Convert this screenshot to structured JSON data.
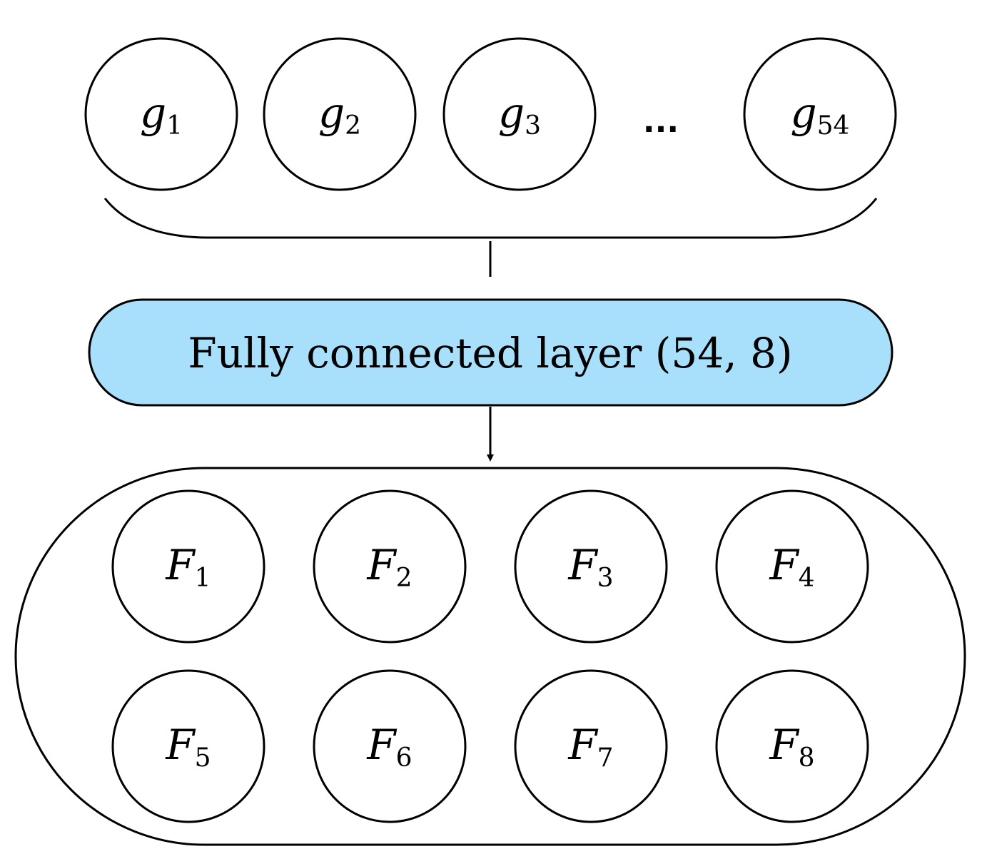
{
  "input_nodes": [
    {
      "symbol": "g",
      "subscript": "1"
    },
    {
      "symbol": "g",
      "subscript": "2"
    },
    {
      "symbol": "g",
      "subscript": "3"
    },
    {
      "symbol": "g",
      "subscript": "54"
    }
  ],
  "ellipsis": "...",
  "layer": {
    "label": "Fully connected layer (54, 8)",
    "fill_color": "#a8dffa"
  },
  "output_nodes": [
    {
      "symbol": "F",
      "subscript": "1"
    },
    {
      "symbol": "F",
      "subscript": "2"
    },
    {
      "symbol": "F",
      "subscript": "3"
    },
    {
      "symbol": "F",
      "subscript": "4"
    },
    {
      "symbol": "F",
      "subscript": "5"
    },
    {
      "symbol": "F",
      "subscript": "6"
    },
    {
      "symbol": "F",
      "subscript": "7"
    },
    {
      "symbol": "F",
      "subscript": "8"
    }
  ]
}
